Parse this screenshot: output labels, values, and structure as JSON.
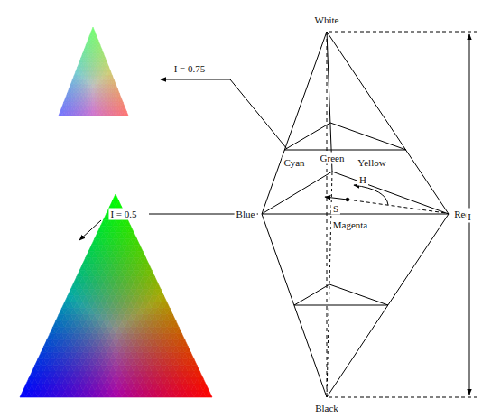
{
  "diagram": {
    "labels": [
      "White",
      "I = 0.75",
      "Cyan",
      "Green",
      "Yellow",
      "H",
      "I = 0.5",
      "Blue",
      "S",
      "Red",
      "Magenta",
      "I",
      "Black"
    ]
  }
}
